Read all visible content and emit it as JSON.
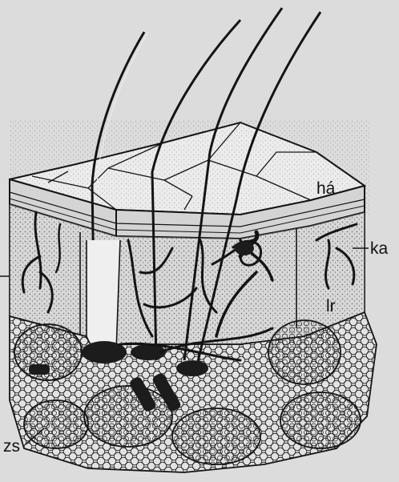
{
  "figure": {
    "kind": "skin cross-section illustration",
    "background_color": "#dcdcdc",
    "ink_color": "#141414",
    "labels": {
      "ha": "há",
      "ka": "ka",
      "ir": "lr",
      "zs": "zs"
    }
  }
}
